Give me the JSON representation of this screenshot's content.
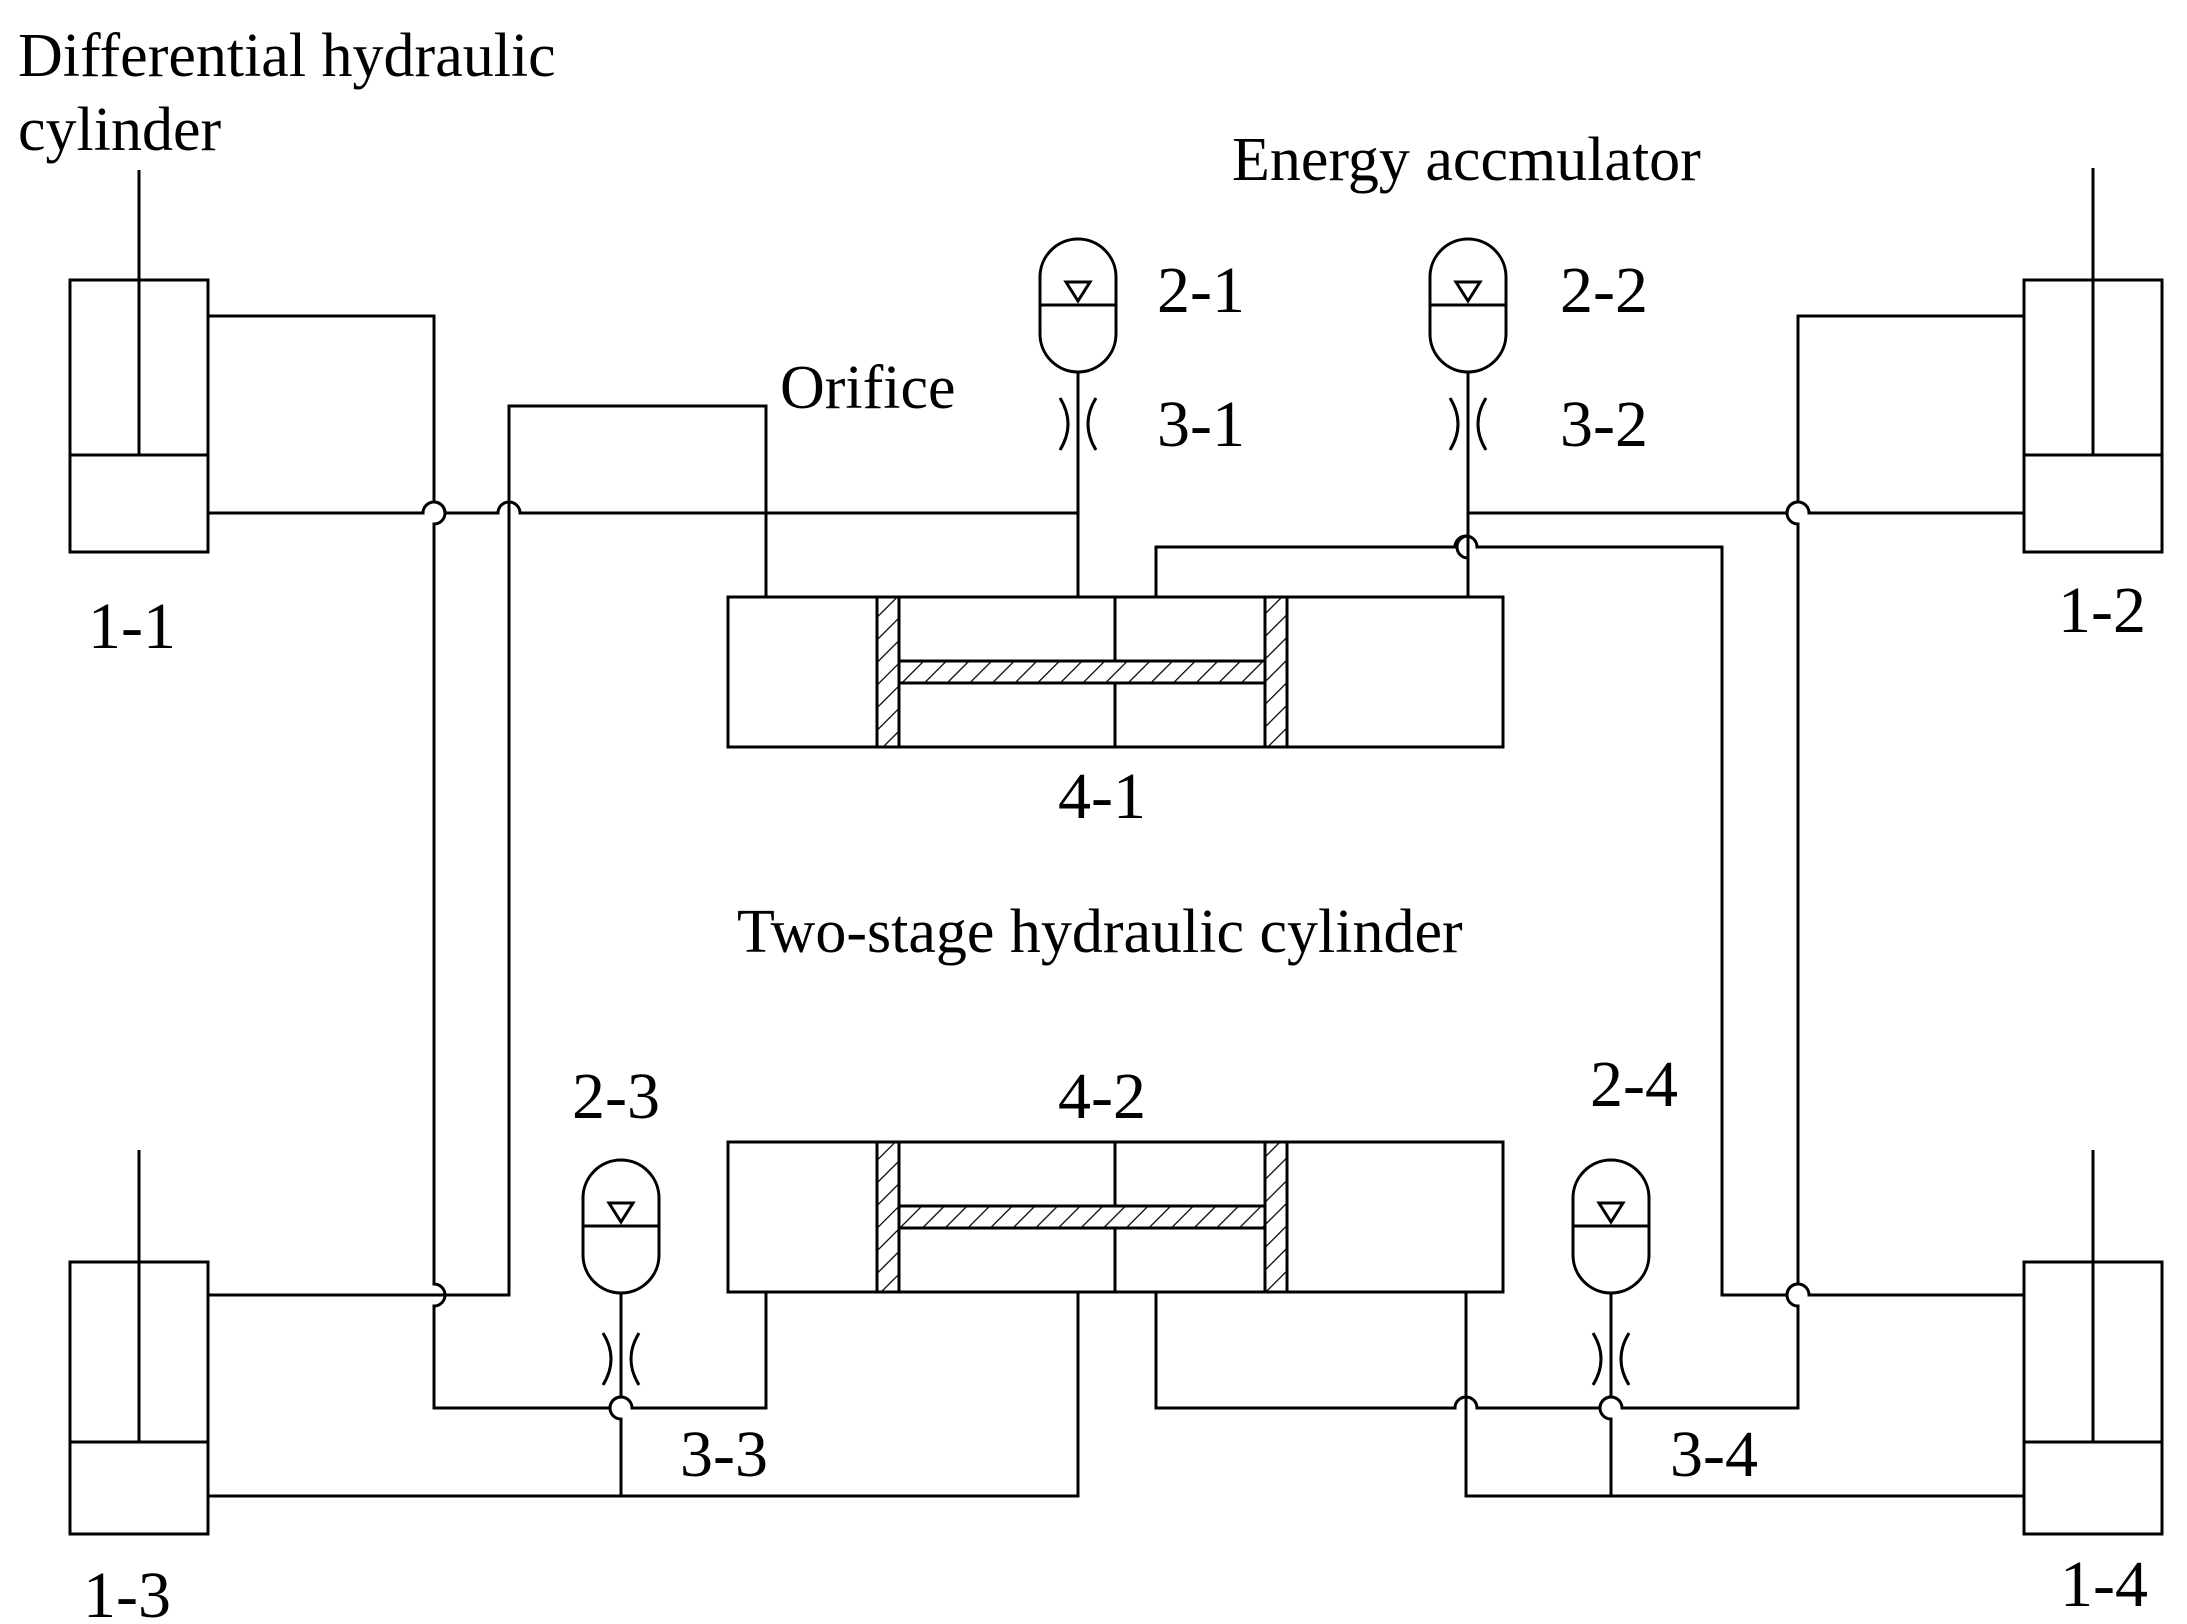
{
  "labels": {
    "differential_line1": "Differential hydraulic",
    "differential_line2": "cylinder",
    "energy_accumulator": "Energy accmulator",
    "orifice": "Orifice",
    "two_stage": "Two-stage hydraulic cylinder"
  },
  "ids": {
    "c1_1": "1-1",
    "c1_2": "1-2",
    "c1_3": "1-3",
    "c1_4": "1-4",
    "a2_1": "2-1",
    "a2_2": "2-2",
    "a2_3": "2-3",
    "a2_4": "2-4",
    "o3_1": "3-1",
    "o3_2": "3-2",
    "o3_3": "3-3",
    "o3_4": "3-4",
    "t4_1": "4-1",
    "t4_2": "4-2"
  },
  "colors": {
    "line": "#000000",
    "background": "#ffffff"
  }
}
